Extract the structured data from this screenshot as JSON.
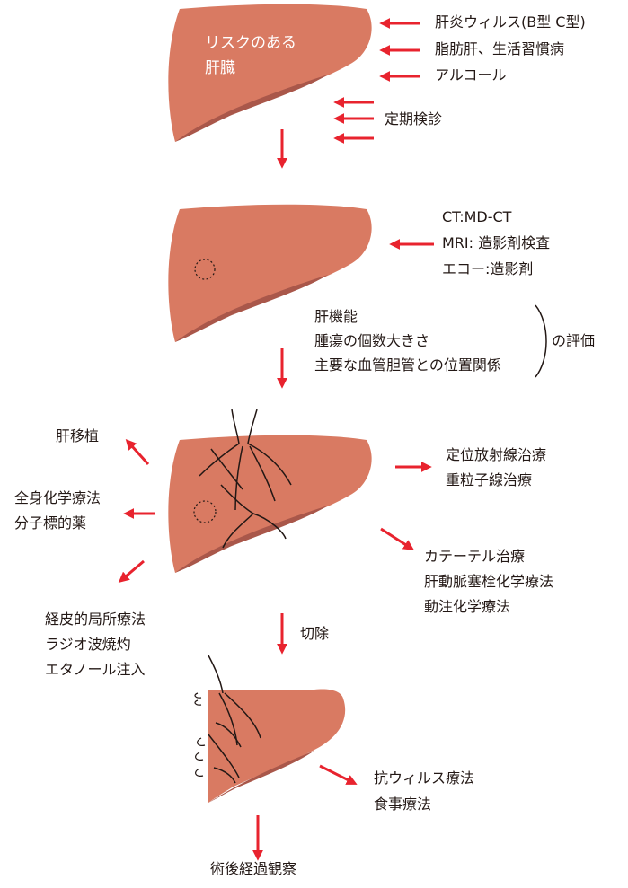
{
  "colors": {
    "liver": "#d97a62",
    "liver_shadow": "#a9574a",
    "arrow": "#e8232e",
    "text": "#231815",
    "line": "#231815"
  },
  "stage1": {
    "liver_label": [
      "リスクのある",
      "肝臓"
    ],
    "risk_factors": [
      "肝炎ウィルス(B型 C型)",
      "脂肪肝、生活習慣病",
      "アルコール"
    ],
    "checkup": "定期検診"
  },
  "stage2": {
    "imaging": [
      "CT:MD-CT",
      "MRI: 造影剤検査",
      "エコー:造影剤"
    ],
    "evaluation_items": [
      "肝機能",
      "腫瘍の個数大きさ",
      "主要な血管胆管との位置関係"
    ],
    "evaluation_suffix": "の評価"
  },
  "stage3": {
    "transplant": "肝移植",
    "systemic": [
      "全身化学療法",
      "分子標的薬"
    ],
    "local_ablation": [
      "経皮的局所療法",
      "ラジオ波焼灼",
      "エタノール注入"
    ],
    "radiation": [
      "定位放射線治療",
      "重粒子線治療"
    ],
    "catheter": [
      "カテーテル治療",
      "肝動脈塞栓化学療法",
      "動注化学療法"
    ],
    "resection": "切除"
  },
  "stage4": {
    "aftercare": [
      "抗ウィルス療法",
      "食事療法"
    ],
    "followup": "術後経過観察"
  }
}
